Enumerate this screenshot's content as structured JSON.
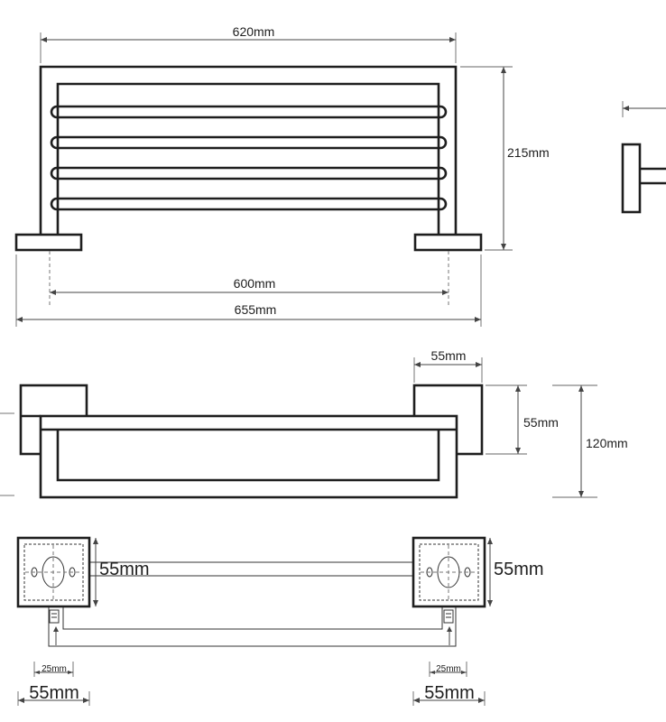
{
  "dimensions": {
    "front_width": "620mm",
    "front_height": "215mm",
    "mount_spacing": "600mm",
    "overall_width": "655mm",
    "base_width": "55mm",
    "base_height": "55mm",
    "overall_depth": "120mm",
    "plate_left": "55mm",
    "plate_right": "55mm",
    "offset_left": "25mm",
    "offset_right": "25mm",
    "bottom_left": "55mm",
    "bottom_right": "55mm"
  }
}
